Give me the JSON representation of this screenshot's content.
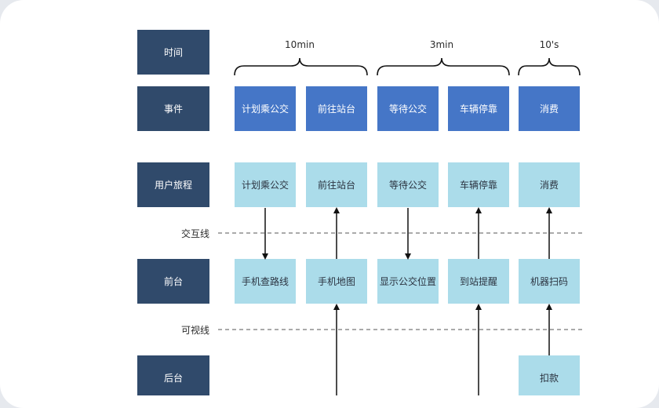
{
  "rows": {
    "time": "时间",
    "event": "事件",
    "journey": "用户旅程",
    "frontstage": "前台",
    "backstage": "后台"
  },
  "durations": [
    "10min",
    "3min",
    "10's"
  ],
  "events": [
    "计划乘公交",
    "前往站台",
    "等待公交",
    "车辆停靠",
    "消费"
  ],
  "journey": [
    "计划乘公交",
    "前往站台",
    "等待公交",
    "车辆停靠",
    "消费"
  ],
  "frontstage": [
    "手机查路线",
    "手机地图",
    "显示公交位置",
    "到站提醒",
    "机器扫码"
  ],
  "backstage": [
    "扣款"
  ],
  "lines": {
    "interaction": "交互线",
    "visibility": "可视线"
  },
  "colors": {
    "row_head": "#304a6b",
    "event": "#4576c7",
    "light": "#abdcea"
  }
}
